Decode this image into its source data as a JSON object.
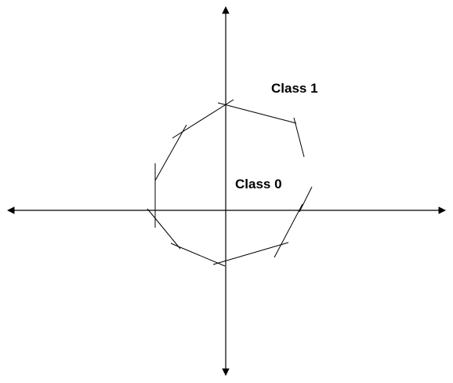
{
  "diagram": {
    "labels": {
      "outer": "Class 1",
      "inner": "Class 0"
    },
    "stroke_color": "#000000",
    "background_color": "#ffffff",
    "boundary_segment_count": 10
  }
}
